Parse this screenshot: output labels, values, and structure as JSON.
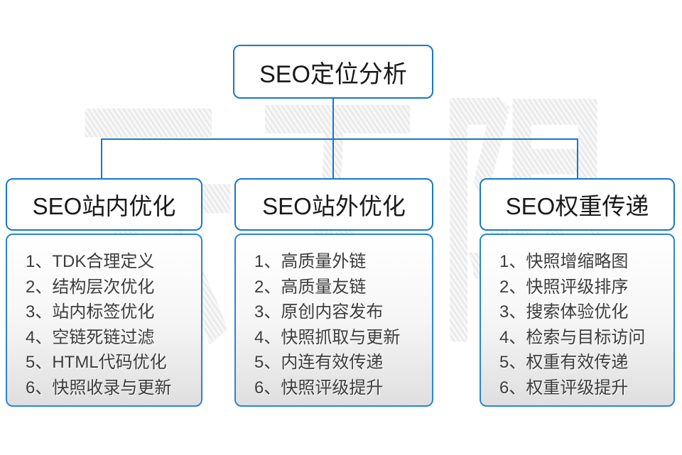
{
  "diagram": {
    "watermark": "云无限",
    "root": {
      "title": "SEO定位分析"
    },
    "columns": [
      {
        "title": "SEO站内优化",
        "items": [
          "1、TDK合理定义",
          "2、结构层次优化",
          "3、站内标签优化",
          "4、空链死链过滤",
          "5、HTML代码优化",
          "6、快照收录与更新"
        ]
      },
      {
        "title": "SEO站外优化",
        "items": [
          "1、高质量外链",
          "2、高质量友链",
          "3、原创内容发布",
          "4、快照抓取与更新",
          "5、内连有效传递",
          "6、快照评级提升"
        ]
      },
      {
        "title": "SEO权重传递",
        "items": [
          "1、快照增缩略图",
          "2、快照评级排序",
          "3、搜索体验优化",
          "4、检索与目标访问",
          "5、权重有效传递",
          "6、权重评级提升"
        ]
      }
    ],
    "colors": {
      "box_border": "#1778c8",
      "connector": "#1778c8",
      "title_text": "#1a1a1a",
      "item_text": "#3c3c3c",
      "list_gradient_bottom": "#dfdfdf",
      "watermark_gray": "#e9e9e9"
    }
  }
}
